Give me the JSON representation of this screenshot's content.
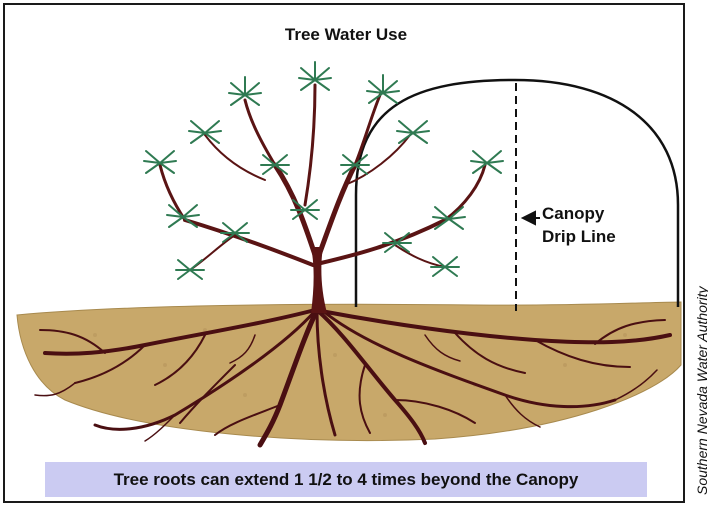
{
  "diagram": {
    "title": "Tree Water Use",
    "drip_line_label": [
      "Canopy",
      "Drip Line"
    ],
    "caption": "Tree roots can extend 1 1/2 to 4 times beyond the Canopy",
    "credit": "Southern Nevada Water Authority"
  },
  "colors": {
    "soil": "#c8a86a",
    "soil_edge": "#a88a4e",
    "trunk": "#5a1414",
    "roots": "#4a0f12",
    "foliage": "#2f7a52",
    "foliage_light": "#8cc9a4",
    "caption_bg": "#cbcbf2",
    "outline": "#111111"
  }
}
